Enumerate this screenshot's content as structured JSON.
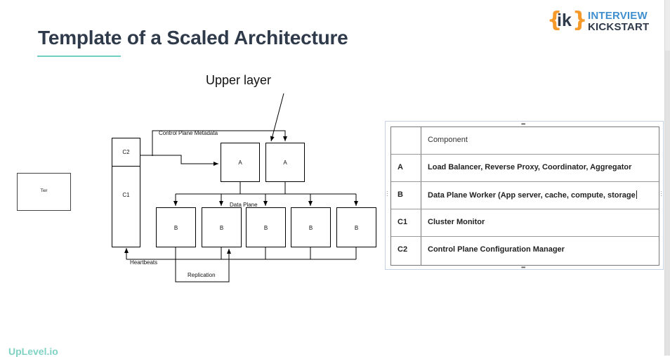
{
  "slide": {
    "title": "Template of a Scaled Architecture",
    "footer": "UpLevel.io"
  },
  "logo": {
    "brace_left": "{",
    "letters": "ik",
    "brace_right": "}",
    "line1": "INTERVIEW",
    "line2": "KICKSTART",
    "colors": {
      "brace": "#f59a2a",
      "line1": "#3f8fd0",
      "line2": "#2f3a4a"
    }
  },
  "diagram": {
    "upper_label": "Upper layer",
    "tier_label": "Tier",
    "c2_label": "C2",
    "c1_label": "C1",
    "a_labels": [
      "A",
      "A"
    ],
    "b_labels": [
      "B",
      "B",
      "B",
      "B",
      "B"
    ],
    "control_plane_label": "Control Plane Metadata",
    "data_plane_label": "Data Plane",
    "heartbeats_label": "Heartbeats",
    "replication_label": "Replication"
  },
  "table": {
    "header": [
      "",
      "Component"
    ],
    "rows": [
      {
        "key": "A",
        "value": "Load Balancer, Reverse Proxy, Coordinator, Aggregator"
      },
      {
        "key": "B",
        "value": "Data Plane Worker (App server, cache, compute, storage"
      },
      {
        "key": "C1",
        "value": "Cluster Monitor"
      },
      {
        "key": "C2",
        "value": "Control Plane Configuration Manager"
      }
    ]
  }
}
